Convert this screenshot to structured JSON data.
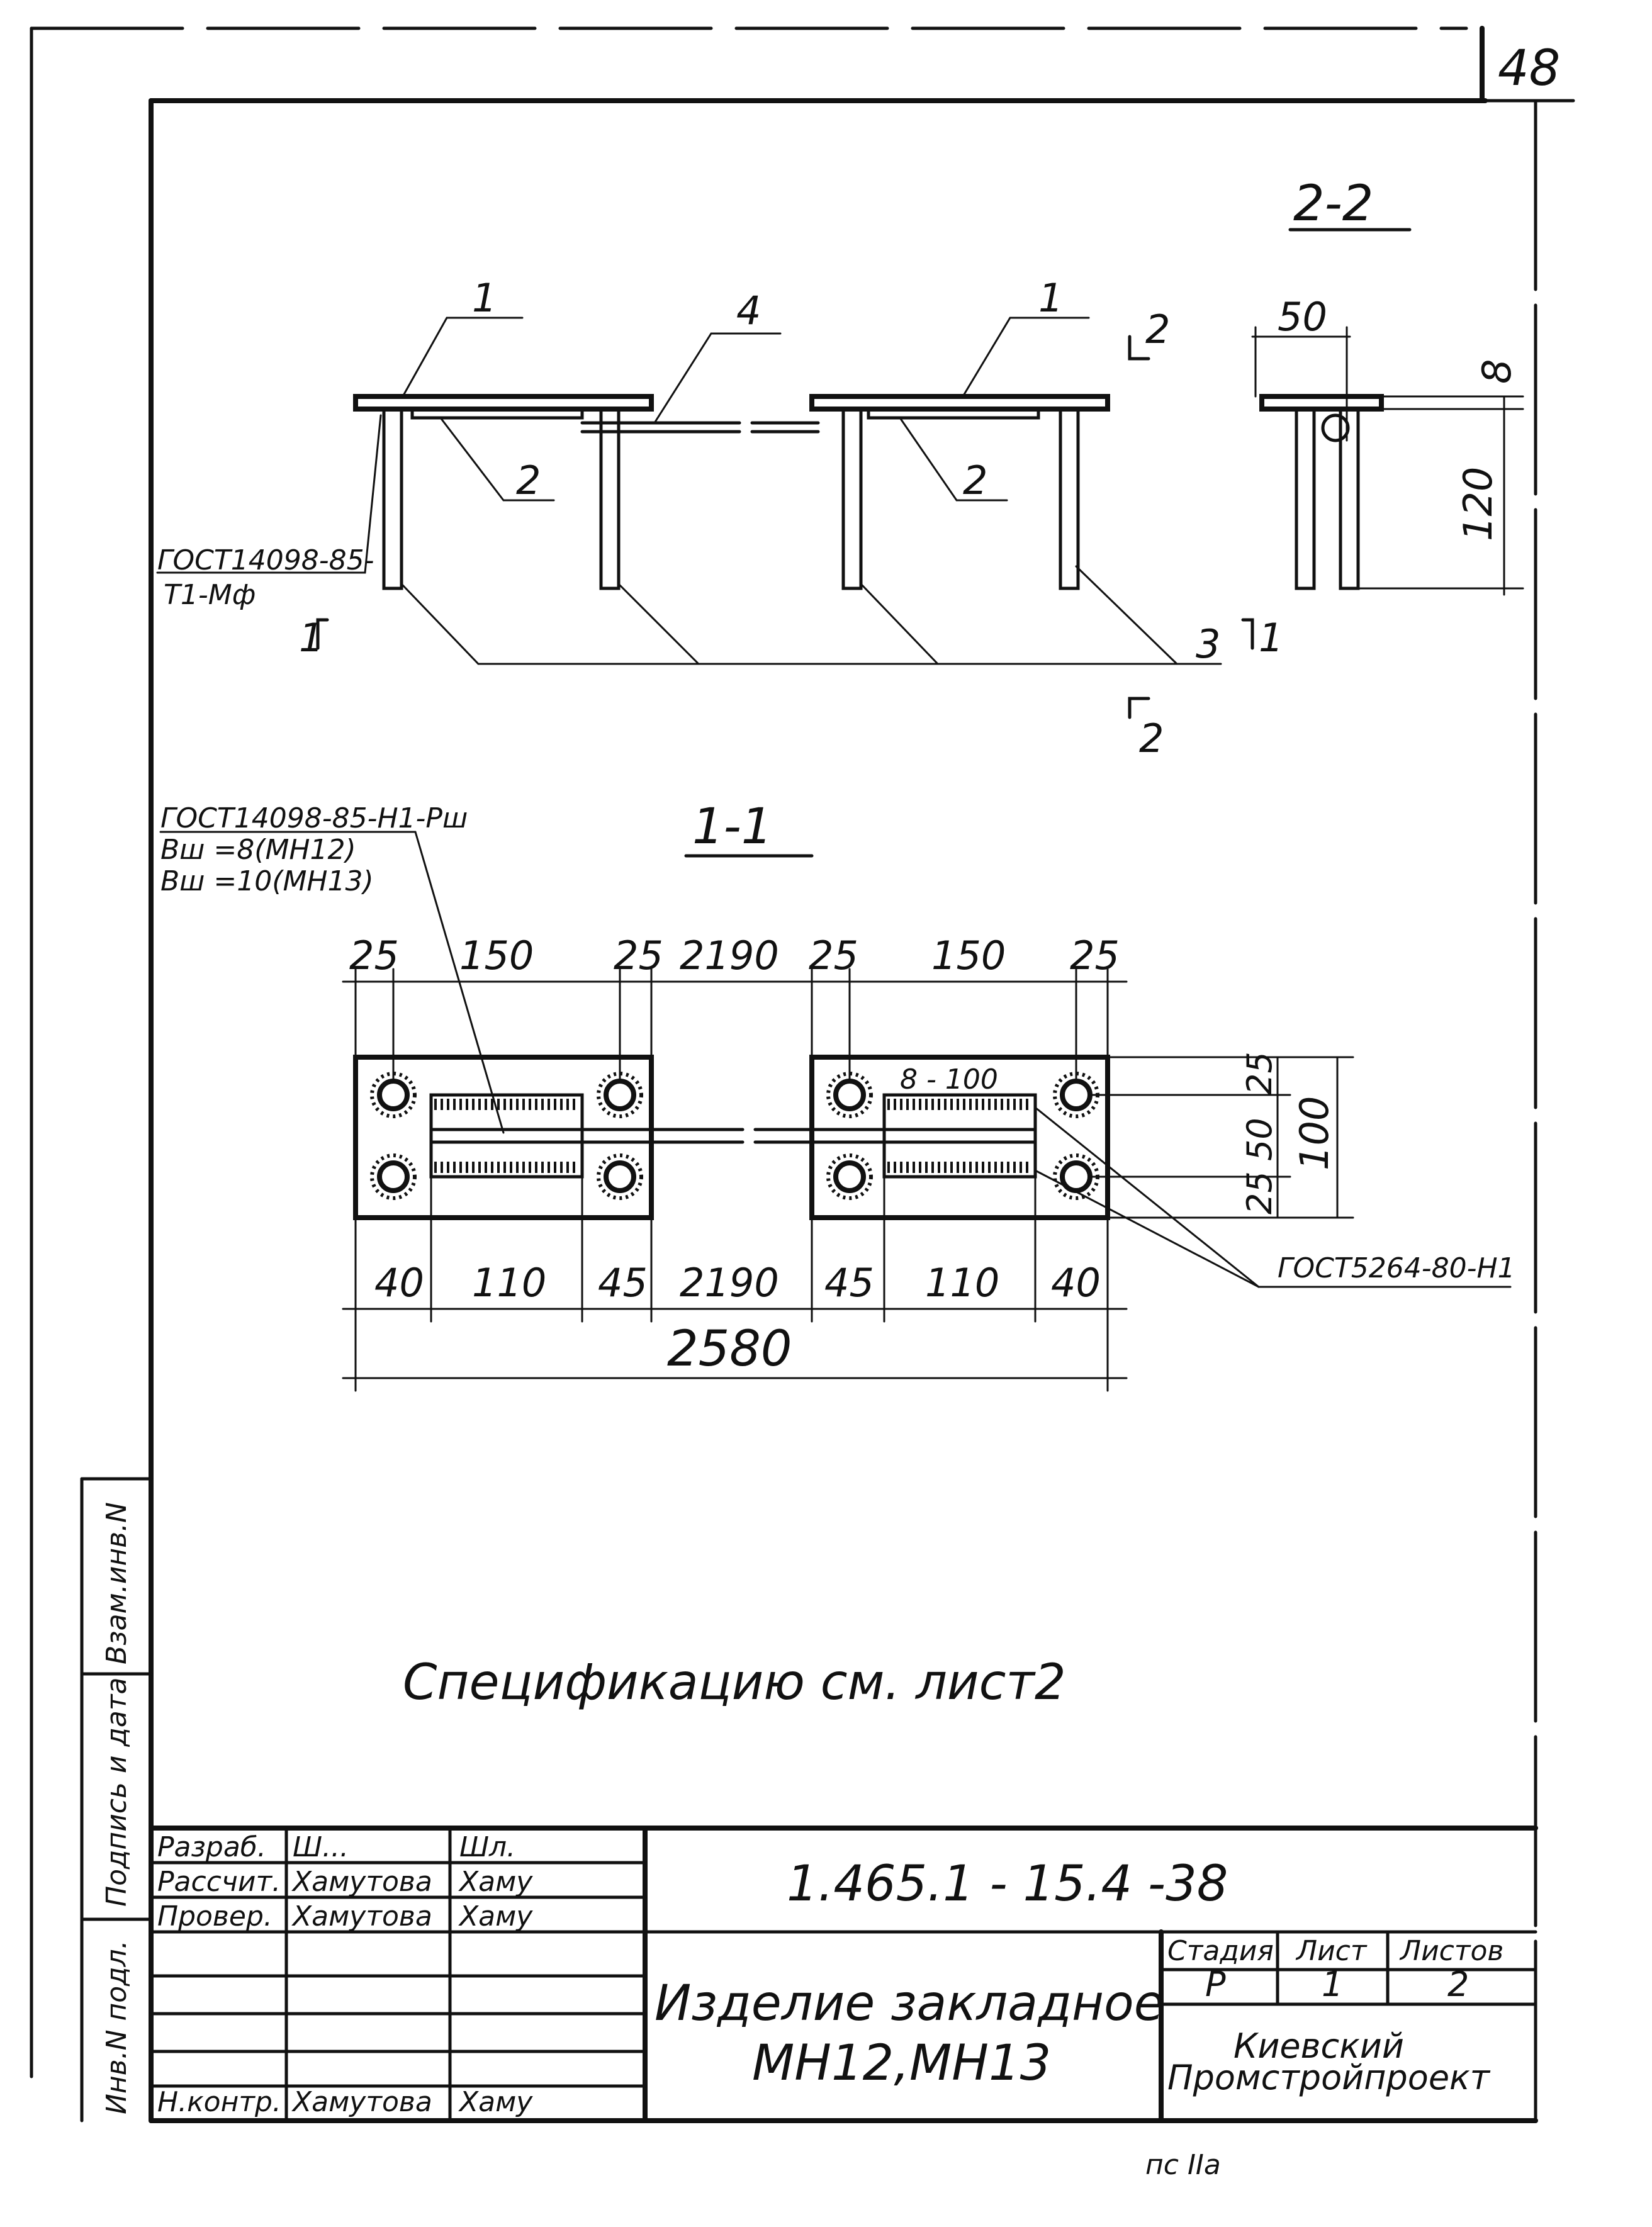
{
  "sheet": {
    "page_number": "48",
    "bottom_note": "пс  IIa"
  },
  "side_strip": {
    "field1": "Инв.N подл.",
    "field2": "Подпись и дата",
    "field3": "Взам.инв.N"
  },
  "section_2_2": {
    "title": "2-2",
    "leader_labels": [
      "1",
      "4",
      "1",
      "2",
      "2",
      "3"
    ],
    "cut_labels": [
      "2",
      "2",
      "1",
      "1"
    ],
    "dim_width": "50",
    "dim_thickness": "8",
    "dim_height": "120",
    "gost_line1": "ГОСТ14098-85-",
    "gost_line2": "Т1-Мф"
  },
  "section_1_1": {
    "title": "1-1",
    "gost_line1": "ГОСТ14098-85-Н1-Рш",
    "gost_line2": "Вш =8(МН12)",
    "gost_line3": "Вш =10(МН13)",
    "weld_label": "8 - 100",
    "weld_gost": "ГОСТ5264-80-Н1",
    "top_dims": [
      "25",
      "150",
      "25",
      "2190",
      "25",
      "150",
      "25"
    ],
    "bottom_dims": [
      "40",
      "110",
      "45",
      "2190",
      "45",
      "110",
      "40"
    ],
    "overall_dim": "2580",
    "right_dims": [
      "25",
      "50",
      "25"
    ],
    "right_total": "100"
  },
  "spec_note": "Спецификацию см. лист2",
  "title_block": {
    "roles": [
      "Разраб.",
      "Рассчит.",
      "Провер.",
      "Н.контр."
    ],
    "names": [
      "Ш...",
      "Хамутова",
      "Хамутова",
      "Хамутова"
    ],
    "signatures": [
      "Шл.",
      "Хаму",
      "Хаму",
      "Хаму"
    ],
    "doc_code": "1.465.1 - 15.4 -38",
    "title_line1": "Изделие закладное",
    "title_line2": "МН12,МН13",
    "col_headers": [
      "Стадия",
      "Лист",
      "Листов"
    ],
    "col_values": [
      "Р",
      "1",
      "2"
    ],
    "org_line1": "Киевский",
    "org_line2": "Промстройпроект"
  }
}
